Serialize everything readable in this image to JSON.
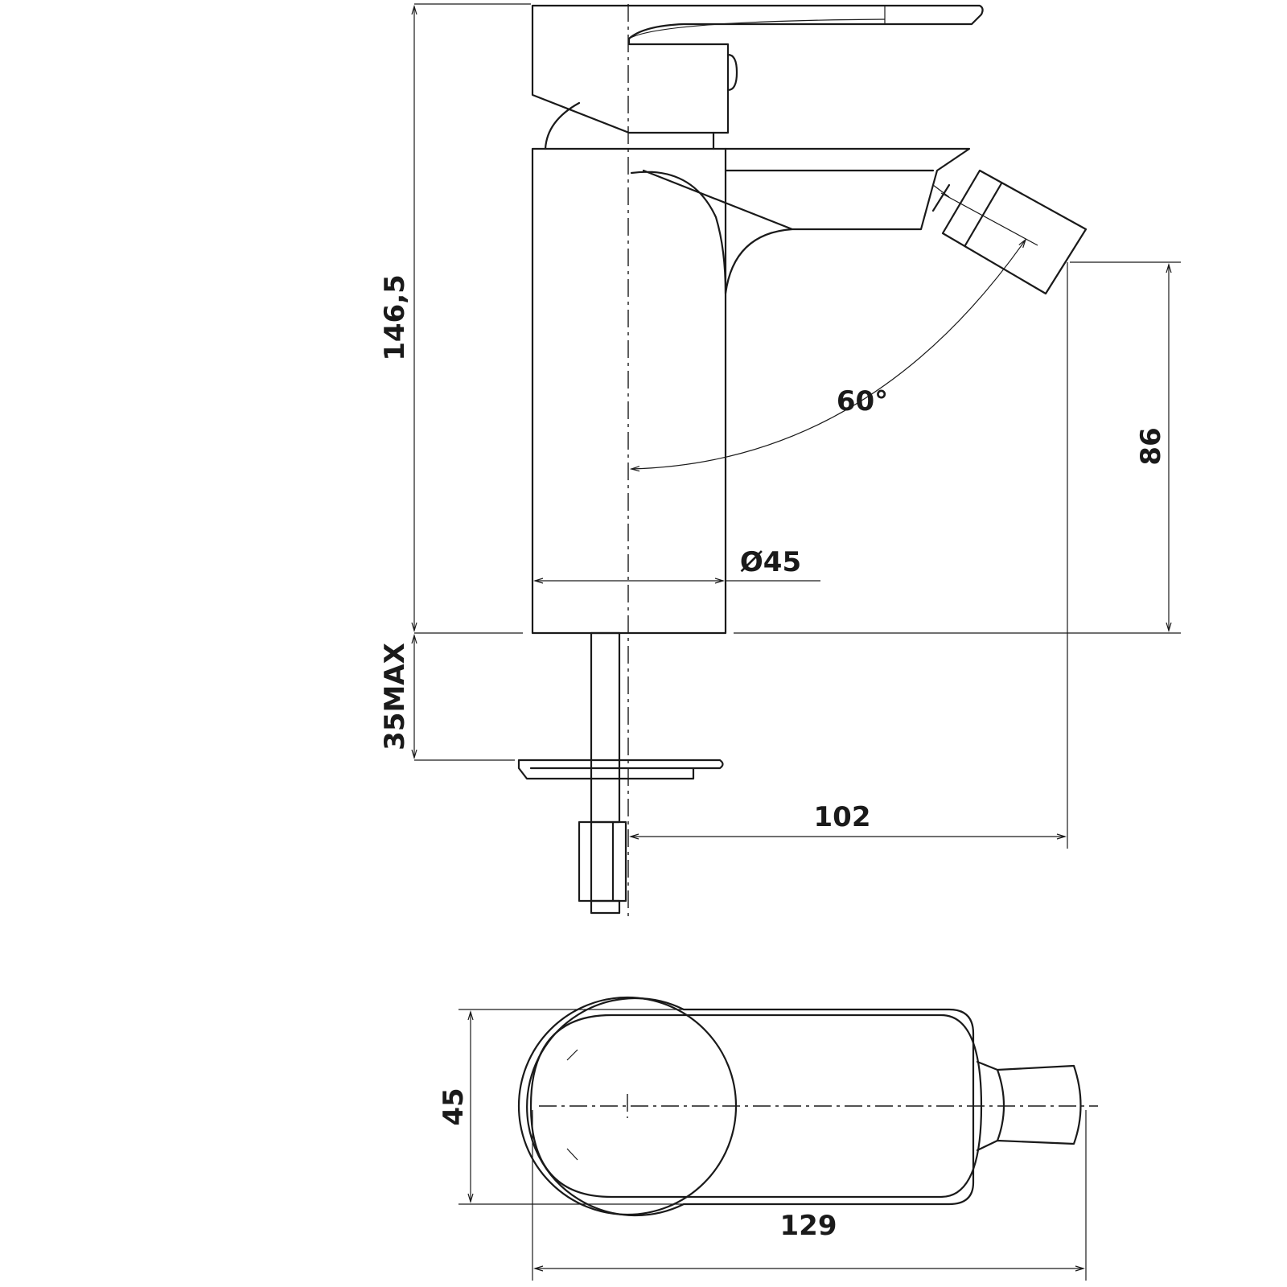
{
  "drawing": {
    "title": "Bidet mixer technical drawing",
    "colors": {
      "line": "#1a1a1a",
      "background": "#ffffff"
    },
    "dimensions": {
      "total_height": "146,5",
      "max_counter_thickness": "35MAX",
      "body_diameter": "Ø45",
      "spray_angle": "60°",
      "spout_height": "86",
      "spout_reach": "102",
      "top_view_width": "45",
      "top_view_length": "129"
    }
  }
}
